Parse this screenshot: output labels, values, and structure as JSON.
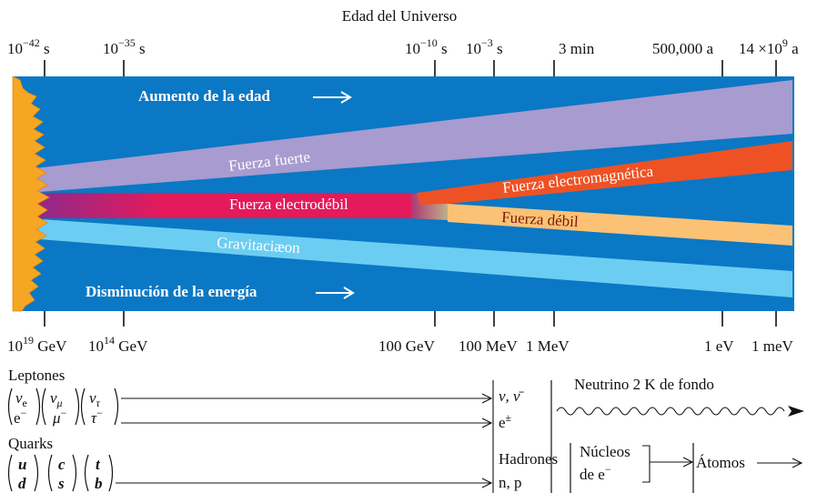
{
  "title": "Edad del Universo",
  "top_axis": {
    "ticks": [
      {
        "label_base": "10",
        "label_exp": "−42",
        "label_unit": " s"
      },
      {
        "label_base": "10",
        "label_exp": "−35",
        "label_unit": " s"
      },
      {
        "label_base": "10",
        "label_exp": "−10",
        "label_unit": " s"
      },
      {
        "label_base": "10",
        "label_exp": "−3",
        "label_unit": " s"
      },
      {
        "label": "3 min"
      },
      {
        "label": "500,000 a"
      },
      {
        "label_base": "14 ×10",
        "label_exp": "9",
        "label_unit": " a"
      }
    ]
  },
  "bottom_axis": {
    "ticks": [
      {
        "label_base": "10",
        "label_exp": "19",
        "label_unit": " GeV"
      },
      {
        "label_base": "10",
        "label_exp": "14",
        "label_unit": " GeV"
      },
      {
        "label": "100 GeV"
      },
      {
        "label": "100 MeV"
      },
      {
        "label": "1 MeV"
      },
      {
        "label": "1 eV"
      },
      {
        "label": "1 meV"
      }
    ]
  },
  "arrows": {
    "age": "Aumento de la edad",
    "energy": "Disminución de la energía"
  },
  "bands": {
    "strong": "Fuerza fuerte",
    "electroweak": "Fuerza electrodébil",
    "electromagnetic": "Fuerza electromagnética",
    "weak": "Fuerza débil",
    "gravity": "Gravitaciæon"
  },
  "particles": {
    "leptons_label": "Leptones",
    "quarks_label": "Quarks",
    "lepton_top": [
      "ν",
      "ν",
      "ν"
    ],
    "lepton_top_sub": [
      "e",
      "μ",
      "τ"
    ],
    "lepton_bottom": [
      "e",
      "μ",
      "τ"
    ],
    "lepton_bottom_sup": "−",
    "quark_top": [
      "u",
      "c",
      "t"
    ],
    "quark_bottom": [
      "d",
      "s",
      "b"
    ],
    "nu_nubar": "ν, ν̄",
    "e_pm_base": "e",
    "e_pm_sup": "±",
    "hadrones": "Hadrones",
    "np": "n, p",
    "neutrino_bg": "Neutrino 2 K de fondo",
    "nucleos": "Núcleos",
    "de_e_base": "de e",
    "de_e_sup": "−",
    "atomos": "Átomos"
  },
  "colors": {
    "background": "#0a78c4",
    "strong": "#a79bd0",
    "electroweak": "#e41a5a",
    "electromagnetic": "#ee5224",
    "weak": "#fbc276",
    "gravity": "#6ccdf2",
    "flash": "#f6a623"
  }
}
